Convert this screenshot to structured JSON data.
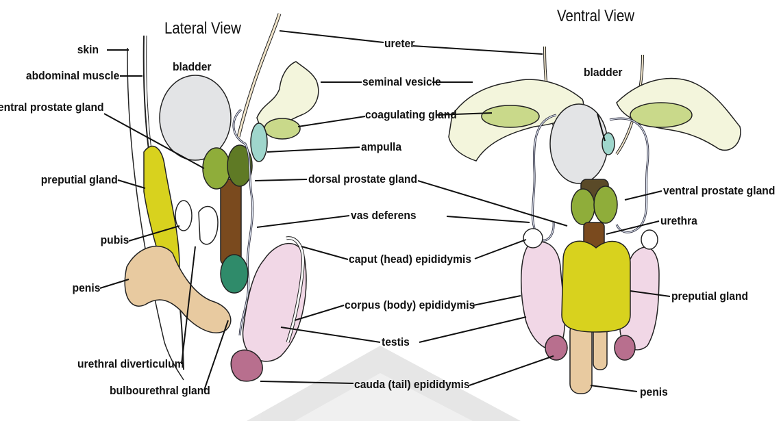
{
  "titles": {
    "lateral": "Lateral View",
    "ventral": "Ventral View"
  },
  "labels": {
    "skin": "skin",
    "abdominal_muscle": "abdominal muscle",
    "bladder_lateral": "bladder",
    "ventral_prostate_lateral": "ventral prostate gland",
    "preputial_lateral": "preputial gland",
    "pubis": "pubis",
    "penis_lateral": "penis",
    "urethral_diverticulum": "urethral diverticulum",
    "bulbourethral": "bulbourethral gland",
    "ureter": "ureter",
    "seminal_vesicle": "seminal vesicle",
    "coagulating": "coagulating gland",
    "ampulla": "ampulla",
    "dorsal_prostate": "dorsal prostate gland",
    "vas_deferens": "vas deferens",
    "caput": "caput (head) epididymis",
    "corpus": "corpus (body) epididymis",
    "testis": "testis",
    "cauda": "cauda (tail) epididymis",
    "bladder_ventral": "bladder",
    "ventral_prostate_ventral": "ventral prostate gland",
    "urethra": "urethra",
    "preputial_ventral": "preputial gland",
    "penis_ventral": "penis"
  },
  "colors": {
    "bladder": "#e3e4e6",
    "seminal_vesicle": "#f3f5dc",
    "coagulating": "#c9d98a",
    "prostate": "#8fad3a",
    "dorsal_prostate": "#5f7a25",
    "urethra": "#7a4a1e",
    "preputial": "#d8d21e",
    "bulbourethral": "#2f8b6a",
    "ampulla": "#9fd6cc",
    "testis": "#f1d7e6",
    "cauda": "#b86f8e",
    "penis": "#e8caa0",
    "line": "#111111"
  }
}
